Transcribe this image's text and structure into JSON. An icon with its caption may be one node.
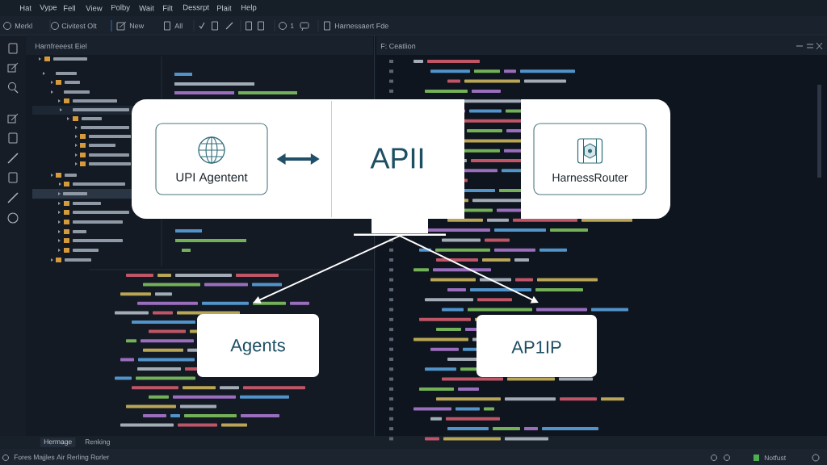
{
  "diagram": {
    "nodes": [
      {
        "text": [],
        "shape": "box"
      },
      {
        "text": [
          "UPI Agentent"
        ],
        "in": 0
      },
      {
        "text": [
          "APII"
        ]
      },
      {
        "text": [],
        "shape": "box"
      },
      {
        "text": [
          "HarnessRouter"
        ],
        "in": 3
      },
      {
        "text": [],
        "shape": "box"
      },
      {
        "text": [
          "Agents"
        ]
      },
      {
        "text": [
          "AP1IP"
        ]
      }
    ],
    "edges": [
      {
        "from": 1,
        "to": 2,
        "arrow": "both",
        "style": "thick",
        "color": "#1f5068"
      },
      {
        "from": 5,
        "to": 6,
        "arrow": "to"
      },
      {
        "from": 5,
        "to": 7,
        "arrow": "to"
      }
    ],
    "labels": [
      "Hat",
      "Vype",
      "Fell",
      "View",
      "Polby",
      "Wait",
      "Filt",
      "Dessrpt",
      "Plait",
      "Help",
      "Merkl",
      "Civitest Olt",
      "New",
      "All",
      "1",
      "Harnessaert Fde",
      "Harnfreeest Eiel",
      "F: Ceatlion",
      "Hermage",
      "Renking",
      "Fores Majjles Air Rerling Rorler",
      "Notfust"
    ]
  }
}
